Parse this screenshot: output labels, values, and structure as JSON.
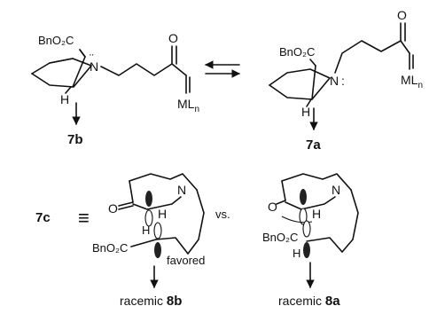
{
  "top": {
    "left_structure": {
      "ester": "BnO₂C",
      "nitrogen": "N",
      "lone_pair_dots": "¨",
      "hydrogen": "H",
      "oxygen": "O",
      "metal": "ML",
      "metal_sub": "n",
      "product": "7b"
    },
    "right_structure": {
      "ester": "BnO₂C",
      "nitrogen": "N",
      "lone_pair_dots": ":",
      "hydrogen": "H",
      "oxygen": "O",
      "metal": "ML",
      "metal_sub": "n",
      "product": "7a"
    }
  },
  "bottom": {
    "label": "7c",
    "equiv_symbol": "≡",
    "vs": "vs.",
    "left_conformer": {
      "oxygen": "O",
      "nitrogen": "N",
      "hydrogen_top": "H",
      "hydrogen_mid": "H",
      "ester": "BnO₂C",
      "note": "favored",
      "product_prefix": "racemic",
      "product": "8b"
    },
    "right_conformer": {
      "oxygen": "O",
      "nitrogen": "N",
      "hydrogen_top": "H",
      "hydrogen_mid": "H",
      "ester": "BnO₂C",
      "product_prefix": "racemic",
      "product": "8a"
    }
  }
}
